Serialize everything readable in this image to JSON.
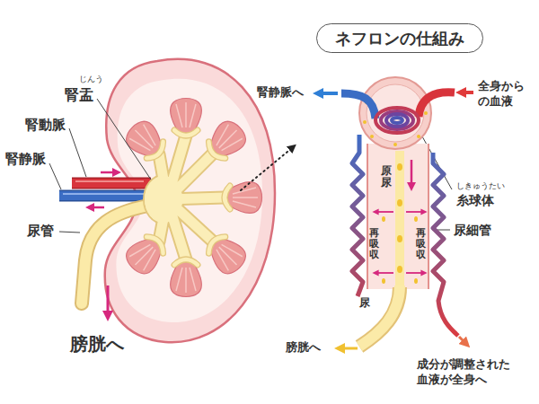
{
  "diagram": {
    "title": "ネフロンの仕組み",
    "labels": [
      "じんう",
      "腎盂",
      "腎動脈",
      "腎静脈",
      "尿管",
      "膀胱へ",
      "腎静脈へ",
      "全身からの血液",
      "しきゅうたい",
      "糸球体",
      "原尿",
      "尿細管",
      "再吸収",
      "再吸収",
      "尿",
      "膀胱へ",
      "成分が調整された血液が全身へ"
    ]
  }
}
